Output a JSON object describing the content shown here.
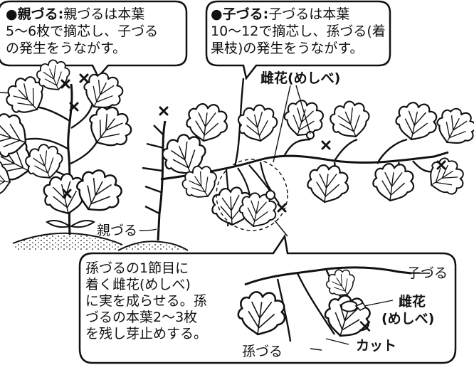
{
  "callouts": {
    "oya": {
      "marker": "●",
      "heading": "親づる",
      "colon": ":",
      "lines": [
        "親づるは本葉",
        "5〜6枚で摘芯し、子づる",
        "の発生をうながす。"
      ]
    },
    "ko": {
      "marker": "●",
      "heading": "子づる",
      "colon": ":",
      "lines": [
        "子づるは本葉",
        "10〜12で摘芯し、孫づる(着",
        "果枝)の発生をうながす。"
      ]
    },
    "mago": {
      "lines": [
        "孫づるの1節目に",
        "着く雌花(めしべ)",
        "に実を成らせる。孫",
        "づるの本葉2〜3枚",
        "を残し芽止めする。"
      ]
    }
  },
  "labels": {
    "female_flower_top": "雌花(めしべ)",
    "parent_vine": "親づる",
    "detail_child_vine": "子づる",
    "detail_female_flower_1": "雌花",
    "detail_female_flower_2": "(めしべ)",
    "detail_grandchild_vine": "孫づる",
    "cut": "カット",
    "cut_mark": "✕"
  },
  "colors": {
    "ink": "#111111",
    "paper": "#ffffff",
    "leaf_fill": "#ffffff"
  }
}
